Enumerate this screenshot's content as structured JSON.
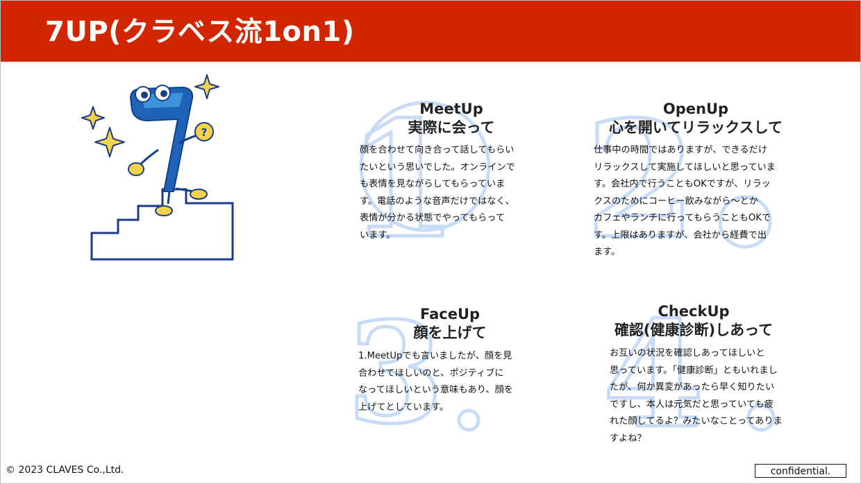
{
  "slide": {
    "title": "7UP(クラベス流1on1)"
  },
  "sections": [
    {
      "numeral": "1",
      "title_en": "MeetUp",
      "title_jp": "実際に会って",
      "body": "顔を合わせて向き合って話してもらい\nたいという思いでした。オンラインで\nも表情を見ながらしてもらっていま\nす。電話のような音声だけではなく、\n表情が分かる状態でやってもらって\nいます。"
    },
    {
      "numeral": "2",
      "title_en": "OpenUp",
      "title_jp": "心を開いてリラックスして",
      "body": "仕事中の時間ではありますが、できるだけ\nリラックスして実施してほしいと思っていま\nす。会社内で行うこともOKですが、リラッ\nクスのためにコーヒー飲みながら～とか\nカフェやランチに行ってもらうこともOKで\nす。上限はありますが、会社から経費で出\nます。"
    },
    {
      "numeral": "3",
      "title_en": "FaceUp",
      "title_jp": "顔を上げて",
      "body": "1.MeetUpでも言いましたが、顔を見\n合わせてほしいのと、ポジティブに\nなってほしいという意味もあり、顔を\n上げてとしています。"
    },
    {
      "numeral": "4",
      "title_en": "CheckUp",
      "title_jp": "確認(健康診断)しあって",
      "body": "お互いの状況を確認しあってほしいと\n思っています。「健康診断」ともいれまし\nたが、何か異変があったら早く知りたい\nですし、本人は元気だと思っていても疲\nれた顔してるよ？みたいなことってありま\nすよね？"
    }
  ],
  "footer": {
    "copyright": "© 2023 CLAVES Co.,Ltd.",
    "confidential": "confidential."
  },
  "colors": {
    "header_red": "#d22600",
    "numeral_blue": "#c9dcf7",
    "mascot_blue": "#1e63b8",
    "mascot_yellow": "#f6d24a",
    "stairs_navy": "#1b3a8c"
  },
  "icons": [
    "mascot-seven-icon",
    "sparkle-icon",
    "question-ball-icon",
    "stairs-icon"
  ]
}
